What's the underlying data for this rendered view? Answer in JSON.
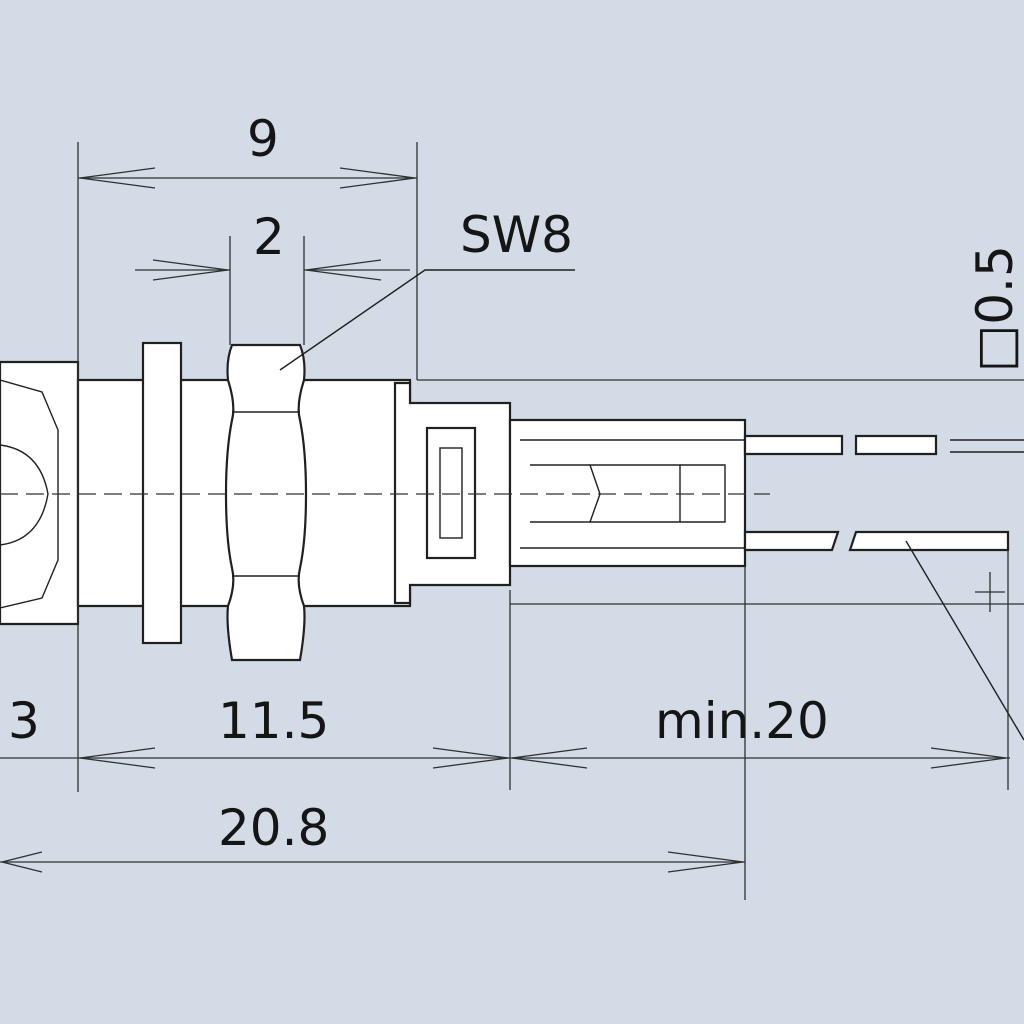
{
  "colors": {
    "background": "#d2dbe6",
    "part": "#ffffff",
    "line": "#202020"
  },
  "labels": {
    "dim_total_thread": "9",
    "dim_nut": "2",
    "wrench_size": "SW8",
    "pin_square": "□0.5",
    "dim_flange": "3",
    "dim_body": "11.5",
    "dim_pins": "min.20",
    "dim_overall": "20.8"
  }
}
